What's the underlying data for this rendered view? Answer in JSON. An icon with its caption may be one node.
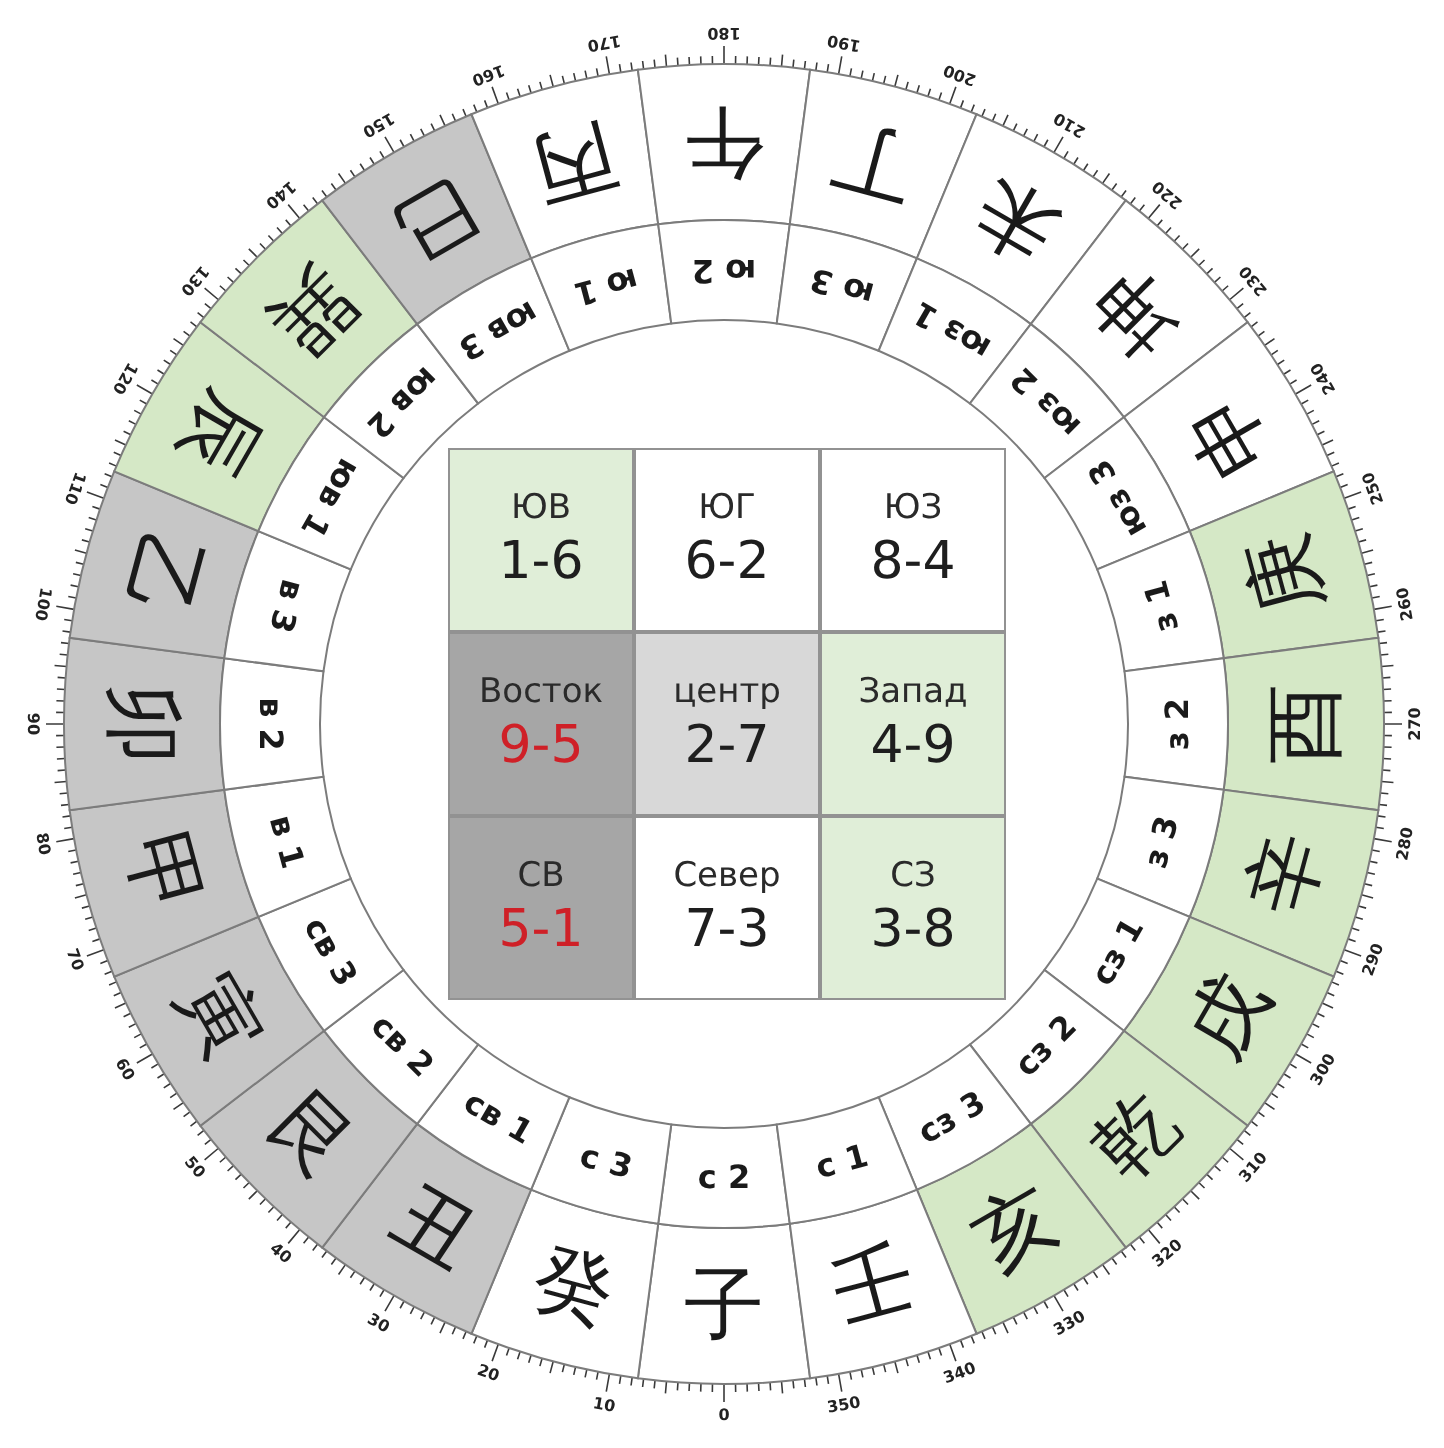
{
  "diagram": {
    "nodes": [
      {
        "text": [
          "子"
        ]
      },
      {
        "text": [
          "癸"
        ]
      },
      {
        "text": [
          "丑"
        ]
      },
      {
        "text": [
          "艮"
        ]
      },
      {
        "text": [
          "寅"
        ]
      },
      {
        "text": [
          "甲"
        ]
      },
      {
        "text": [
          "卯"
        ]
      },
      {
        "text": [
          "乙"
        ]
      },
      {
        "text": [
          "辰"
        ]
      },
      {
        "text": [
          "巽"
        ]
      },
      {
        "text": [
          "巳"
        ]
      },
      {
        "text": [
          "丙"
        ]
      },
      {
        "text": [
          "午"
        ]
      },
      {
        "text": [
          "丁"
        ]
      },
      {
        "text": [
          "未"
        ]
      },
      {
        "text": [
          "坤"
        ]
      },
      {
        "text": [
          "申"
        ]
      },
      {
        "text": [
          "庚"
        ]
      },
      {
        "text": [
          "酉"
        ]
      },
      {
        "text": [
          "辛"
        ]
      },
      {
        "text": [
          "戌"
        ]
      },
      {
        "text": [
          "乾"
        ]
      },
      {
        "text": [
          "亥"
        ]
      },
      {
        "text": [
          "壬"
        ]
      },
      {
        "text": [
          "с 2"
        ]
      },
      {
        "text": [
          "с 3"
        ]
      },
      {
        "text": [
          "св 1"
        ]
      },
      {
        "text": [
          "св 2"
        ]
      },
      {
        "text": [
          "св 3"
        ]
      },
      {
        "text": [
          "в 1"
        ]
      },
      {
        "text": [
          "в 2"
        ]
      },
      {
        "text": [
          "в 3"
        ]
      },
      {
        "text": [
          "юв 1"
        ]
      },
      {
        "text": [
          "юв 2"
        ]
      },
      {
        "text": [
          "юв 3"
        ]
      },
      {
        "text": [
          "ю 1"
        ]
      },
      {
        "text": [
          "ю 2"
        ]
      },
      {
        "text": [
          "ю 3"
        ]
      },
      {
        "text": [
          "юз 1"
        ]
      },
      {
        "text": [
          "юз 2"
        ]
      },
      {
        "text": [
          "юз 3"
        ]
      },
      {
        "text": [
          "з 1"
        ]
      },
      {
        "text": [
          "з 2"
        ]
      },
      {
        "text": [
          "з 3"
        ]
      },
      {
        "text": [
          "сз 1"
        ]
      },
      {
        "text": [
          "сз 2"
        ]
      },
      {
        "text": [
          "сз 3"
        ]
      },
      {
        "text": [
          "с 1"
        ]
      },
      {
        "text": [
          "ЮВ",
          "1-6"
        ]
      },
      {
        "text": [
          "ЮГ",
          "6-2"
        ]
      },
      {
        "text": [
          "ЮЗ",
          "8-4"
        ]
      },
      {
        "text": [
          "Восток",
          "9-5"
        ]
      },
      {
        "text": [
          "центр",
          "2-7"
        ]
      },
      {
        "text": [
          "Запад",
          "4-9"
        ]
      },
      {
        "text": [
          "СВ",
          "5-1"
        ]
      },
      {
        "text": [
          "Север",
          "7-3"
        ]
      },
      {
        "text": [
          "СЗ",
          "3-8"
        ]
      }
    ],
    "labels": [
      "0",
      "10",
      "20",
      "30",
      "40",
      "50",
      "60",
      "70",
      "80",
      "90",
      "100",
      "110",
      "120",
      "130",
      "140",
      "150",
      "160",
      "170",
      "180",
      "190",
      "200",
      "210",
      "220",
      "230",
      "240",
      "250",
      "260",
      "270",
      "280",
      "290",
      "300",
      "310",
      "320",
      "330",
      "340",
      "350"
    ]
  }
}
